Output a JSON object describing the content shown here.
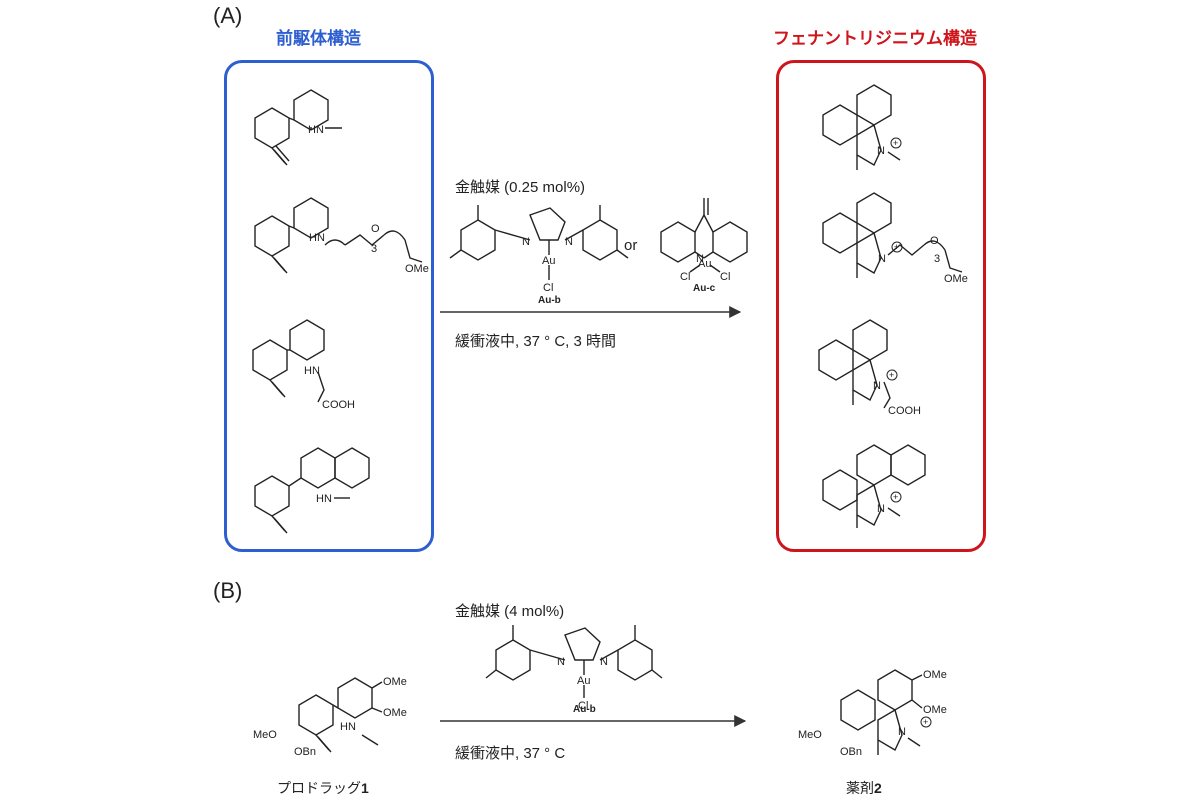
{
  "panel_a": {
    "label": "(A)",
    "precursor_header": "前駆体構造",
    "product_header": "フェナントリジニウム構造",
    "catalyst_text": "金触媒 (0.25 mol%)",
    "or_text": "or",
    "conditions_text": "緩衝液中, 37 ° C, 3 時間",
    "catalyst_b_label": "Au-b",
    "catalyst_c_label": "Au-c",
    "substituent_nh": "HN",
    "substituent_me": "N",
    "substituent_o": "O",
    "substituent_ome": "OMe",
    "substituent_cooh": "COOH",
    "subscript_3": "3",
    "au_text": "Au",
    "cl_text": "Cl",
    "n_text": "N",
    "plus_text": "+"
  },
  "panel_b": {
    "label": "(B)",
    "catalyst_text": "金触媒 (4 mol%)",
    "conditions_text": "緩衝液中, 37 ° C",
    "catalyst_label": "Au-b",
    "prodrug_caption": "プロドラッグ",
    "prodrug_number": "1",
    "drug_caption": "薬剤",
    "drug_number": "2",
    "ome_text": "OMe",
    "meo_text": "MeO",
    "obn_text": "OBn",
    "hn_text": "HN"
  },
  "colors": {
    "precursor_box": "#2e5fd0",
    "product_box": "#d0141c",
    "arrow": "#333333"
  }
}
